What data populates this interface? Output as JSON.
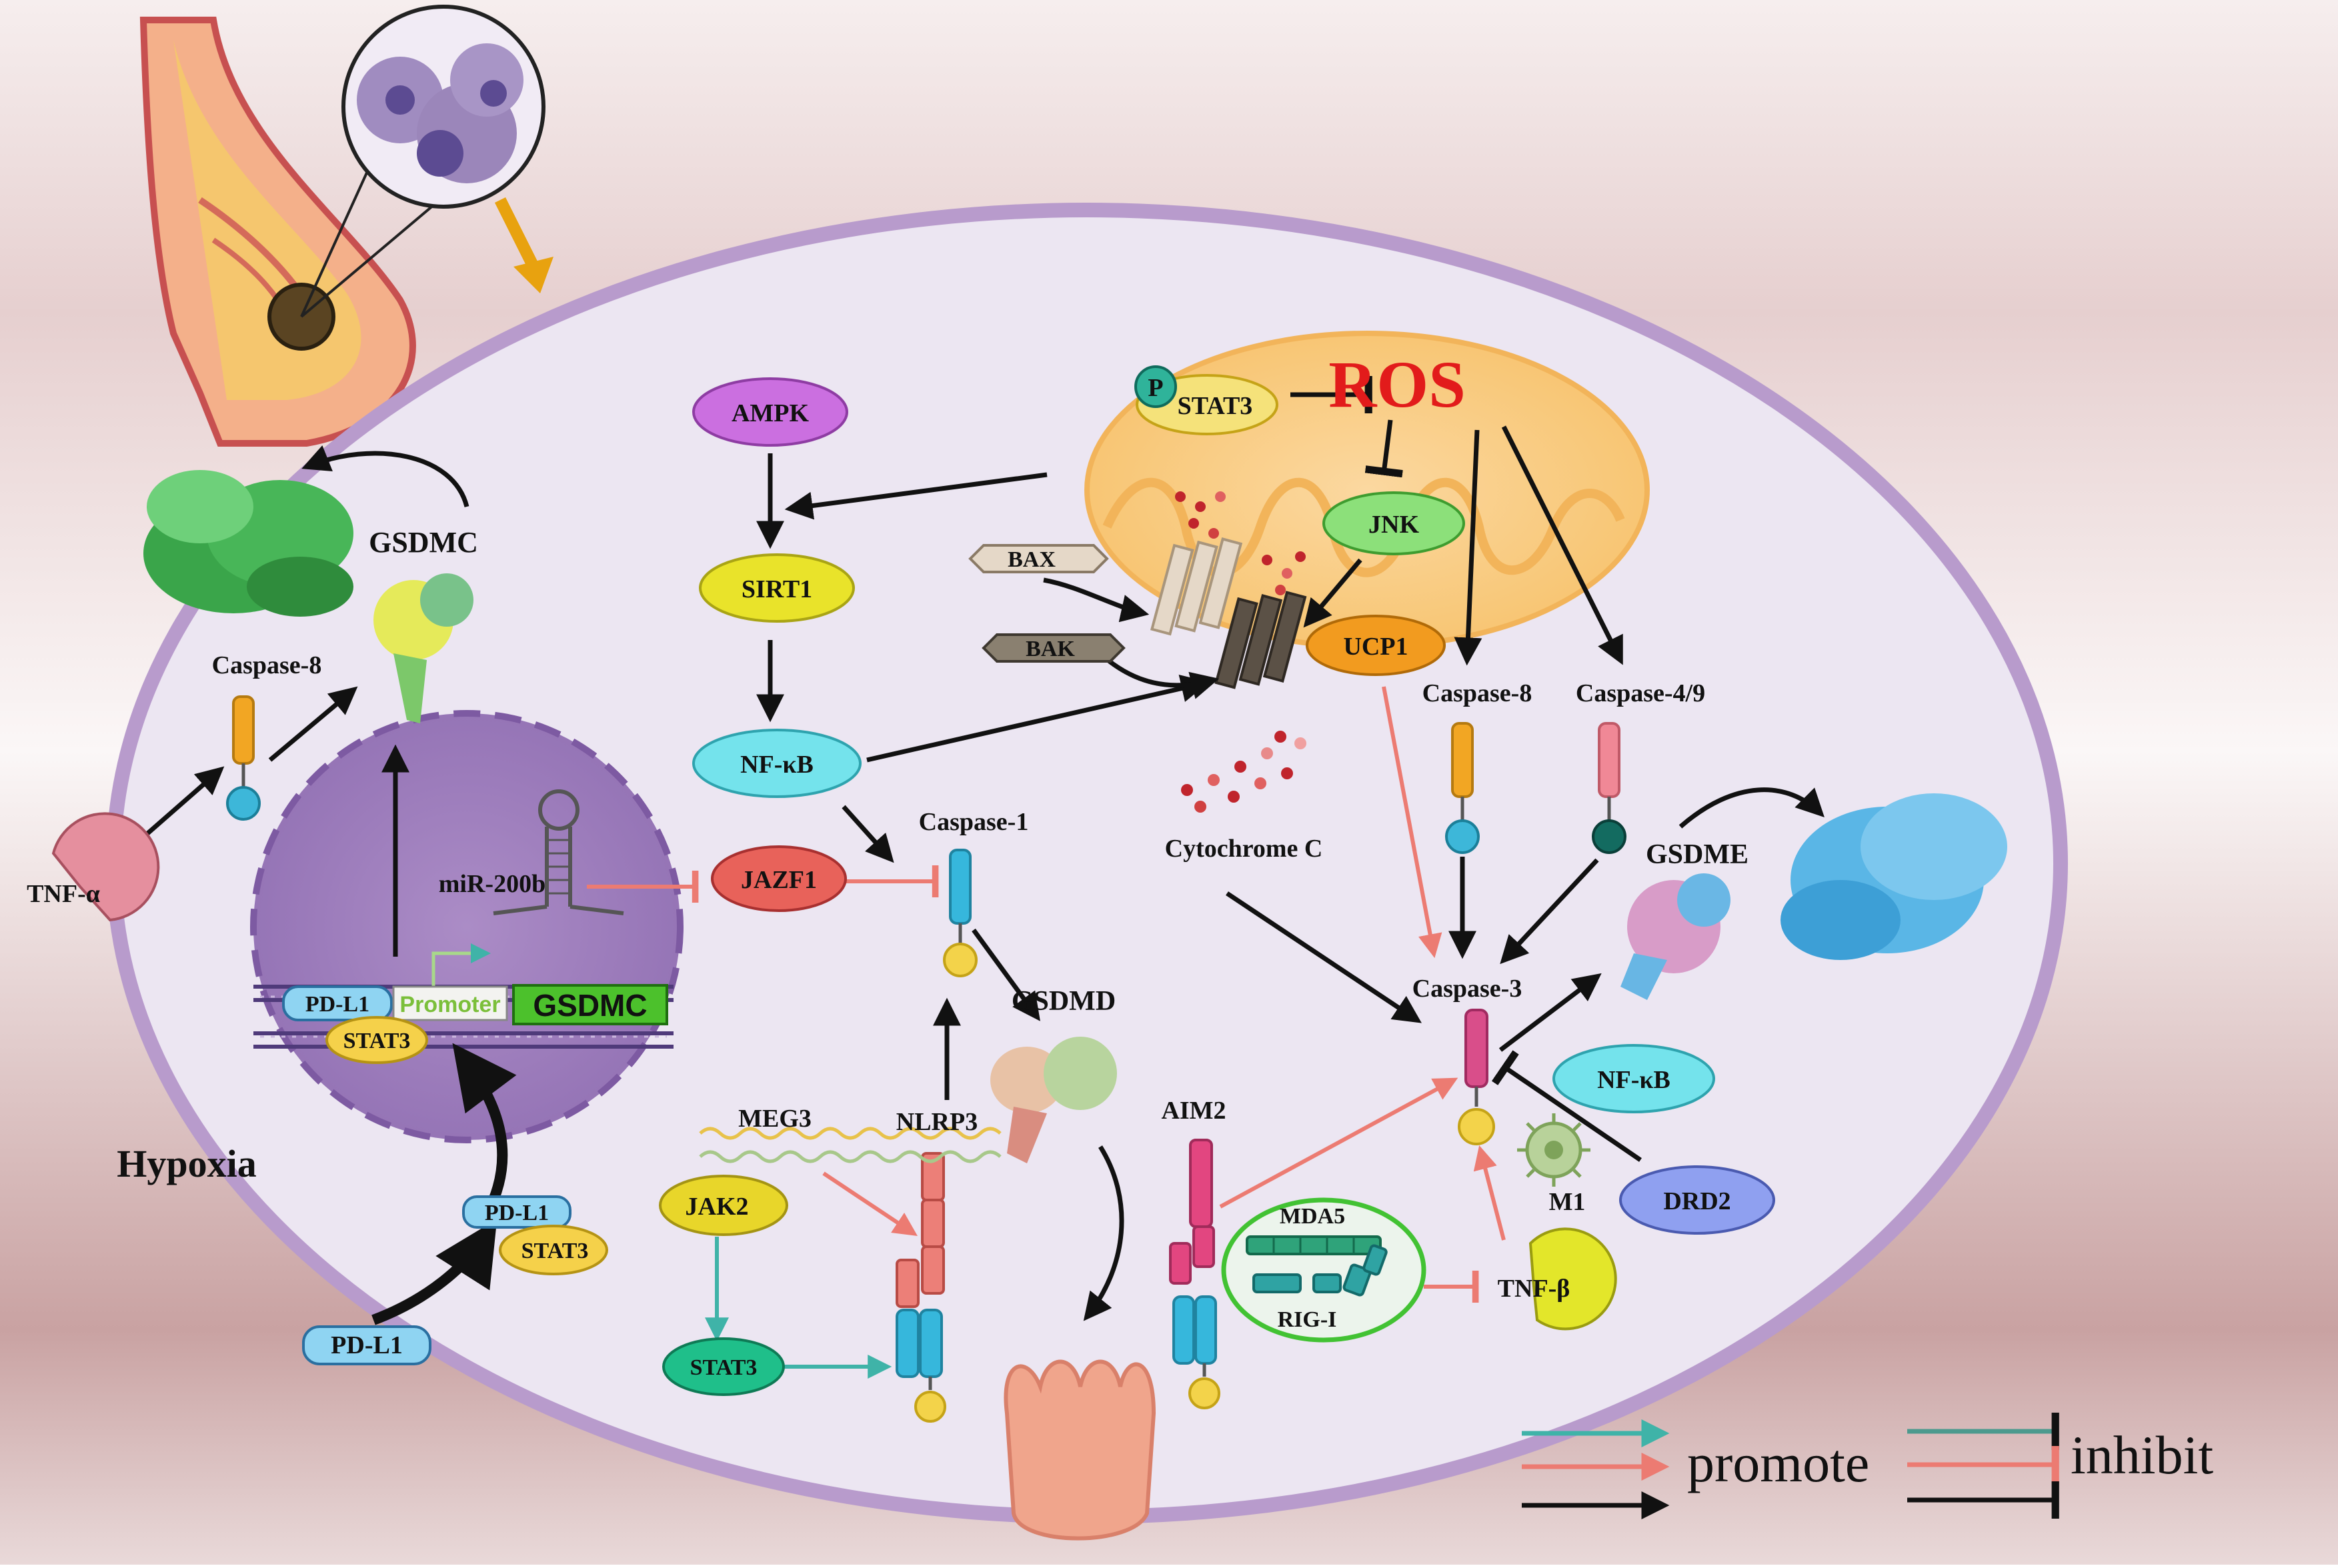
{
  "labels": {
    "ros": "ROS",
    "stat3_mito": "STAT3",
    "p_badge": "P",
    "ampk": "AMPK",
    "sirt1": "SIRT1",
    "nfkb_left": "NF-κB",
    "nfkb_right": "NF-κB",
    "jnk": "JNK",
    "bax": "BAX",
    "bak": "BAK",
    "ucp1": "UCP1",
    "caspase8_left": "Caspase-8",
    "caspase8_right": "Caspase-8",
    "caspase49": "Caspase-4/9",
    "caspase1": "Caspase-1",
    "caspase3": "Caspase-3",
    "cytochrome_c": "Cytochrome C",
    "gsdmc": "GSDMC",
    "gsdmd": "GSDMD",
    "gsdme": "GSDME",
    "tnf_alpha": "TNF-α",
    "tnf_beta": "TNF-β",
    "jazf1": "JAZF1",
    "mir200b": "miR-200b",
    "pdl1_nucleus": "PD-L1",
    "stat3_nucleus": "STAT3",
    "promoter": "Promoter",
    "gsdmc_gene": "GSDMC",
    "pdl1_cyto": "PD-L1",
    "stat3_cyto": "STAT3",
    "pdl1_membrane": "PD-L1",
    "hypoxia": "Hypoxia",
    "meg3": "MEG3",
    "nlrp3": "NLRP3",
    "jak2": "JAK2",
    "stat3_bottom": "STAT3",
    "aim2": "AIM2",
    "mda5": "MDA5",
    "rigi": "RIG-I",
    "m1": "M1",
    "drd2": "DRD2"
  },
  "legend": {
    "promote": "promote",
    "inhibit": "inhibit"
  },
  "colors": {
    "teal_arrow": "#3fb3a8",
    "pink_arrow": "#ec7b72",
    "black_arrow": "#111111",
    "ros_red": "#e21b1b",
    "cell_fill": "#ece6f2",
    "cell_border": "#b89bcc",
    "mito_fill": "#fbd07a"
  }
}
